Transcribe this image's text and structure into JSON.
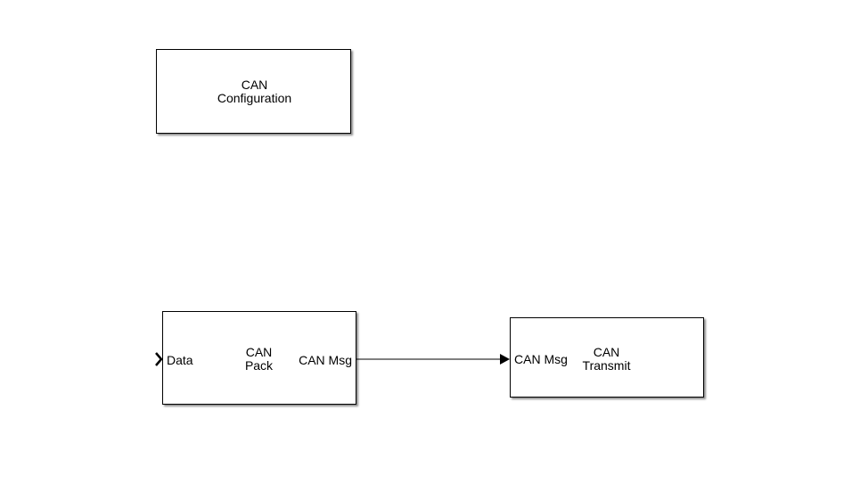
{
  "blocks": {
    "config": {
      "title_line1": "CAN",
      "title_line2": "Configuration"
    },
    "pack": {
      "title_line1": "CAN",
      "title_line2": "Pack",
      "input_port": "Data",
      "output_port": "CAN Msg"
    },
    "transmit": {
      "title_line1": "CAN",
      "title_line2": "Transmit",
      "input_port": "CAN Msg"
    }
  },
  "colors": {
    "block_border": "#000000",
    "background": "#ffffff",
    "signal_line": "#000000"
  }
}
